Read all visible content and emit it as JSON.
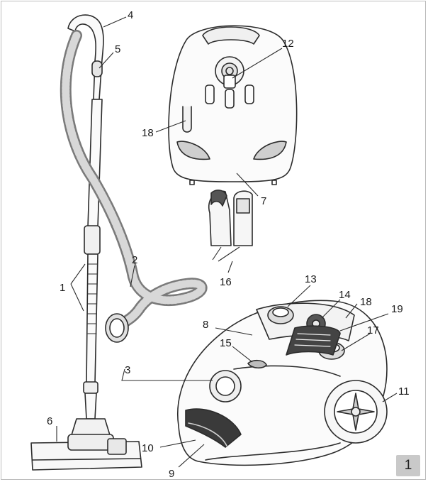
{
  "figure": {
    "number": "1",
    "callouts": [
      "1",
      "2",
      "3",
      "4",
      "5",
      "6",
      "7",
      "8",
      "9",
      "10",
      "11",
      "12",
      "13",
      "14",
      "15",
      "16",
      "17",
      "18",
      "19"
    ]
  },
  "colors": {
    "line": "#2b2b2b",
    "hose": "#8a8a8a",
    "badge": "#c9c9c9"
  }
}
